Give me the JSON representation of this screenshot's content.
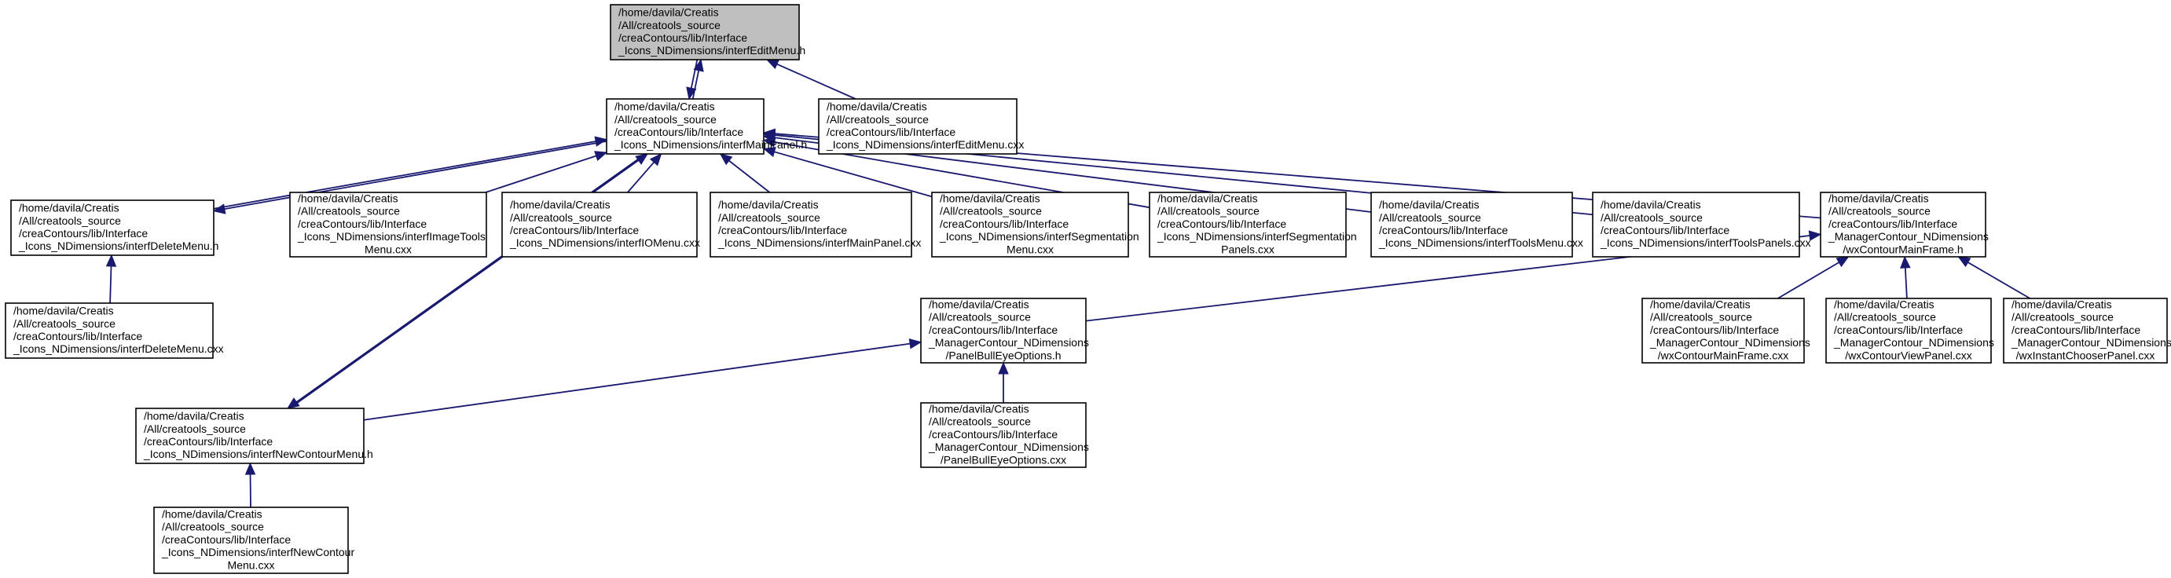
{
  "graph": {
    "nodes": [
      {
        "id": "editmenu_h",
        "label": [
          "/home/davila/Creatis",
          "/All/creatools_source",
          "/creaContours/lib/Interface",
          "_Icons_NDimensions/interfEditMenu.h"
        ],
        "highlighted": true
      },
      {
        "id": "mainpanel_h",
        "label": [
          "/home/davila/Creatis",
          "/All/creatools_source",
          "/creaContours/lib/Interface",
          "_Icons_NDimensions/interfMainPanel.h"
        ]
      },
      {
        "id": "editmenu_cxx",
        "label": [
          "/home/davila/Creatis",
          "/All/creatools_source",
          "/creaContours/lib/Interface",
          "_Icons_NDimensions/interfEditMenu.cxx"
        ]
      },
      {
        "id": "deletemenu_h",
        "label": [
          "/home/davila/Creatis",
          "/All/creatools_source",
          "/creaContours/lib/Interface",
          "_Icons_NDimensions/interfDeleteMenu.h"
        ]
      },
      {
        "id": "imagetools_cxx",
        "label": [
          "/home/davila/Creatis",
          "/All/creatools_source",
          "/creaContours/lib/Interface",
          "_Icons_NDimensions/interfImageTools",
          "Menu.cxx"
        ]
      },
      {
        "id": "iomenu_cxx",
        "label": [
          "/home/davila/Creatis",
          "/All/creatools_source",
          "/creaContours/lib/Interface",
          "_Icons_NDimensions/interfIOMenu.cxx"
        ]
      },
      {
        "id": "mainpanel_cxx",
        "label": [
          "/home/davila/Creatis",
          "/All/creatools_source",
          "/creaContours/lib/Interface",
          "_Icons_NDimensions/interfMainPanel.cxx"
        ]
      },
      {
        "id": "segmenu_cxx",
        "label": [
          "/home/davila/Creatis",
          "/All/creatools_source",
          "/creaContours/lib/Interface",
          "_Icons_NDimensions/interfSegmentation",
          "Menu.cxx"
        ]
      },
      {
        "id": "segpanels_cxx",
        "label": [
          "/home/davila/Creatis",
          "/All/creatools_source",
          "/creaContours/lib/Interface",
          "_Icons_NDimensions/interfSegmentation",
          "Panels.cxx"
        ]
      },
      {
        "id": "toolsmenu_cxx",
        "label": [
          "/home/davila/Creatis",
          "/All/creatools_source",
          "/creaContours/lib/Interface",
          "_Icons_NDimensions/interfToolsMenu.cxx"
        ]
      },
      {
        "id": "toolspanels_cxx",
        "label": [
          "/home/davila/Creatis",
          "/All/creatools_source",
          "/creaContours/lib/Interface",
          "_Icons_NDimensions/interfToolsPanels.cxx"
        ]
      },
      {
        "id": "wxmainframe_h",
        "label": [
          "/home/davila/Creatis",
          "/All/creatools_source",
          "/creaContours/lib/Interface",
          "_ManagerContour_NDimensions",
          "/wxContourMainFrame.h"
        ]
      },
      {
        "id": "deletemenu_cxx",
        "label": [
          "/home/davila/Creatis",
          "/All/creatools_source",
          "/creaContours/lib/Interface",
          "_Icons_NDimensions/interfDeleteMenu.cxx"
        ]
      },
      {
        "id": "bulleye_h",
        "label": [
          "/home/davila/Creatis",
          "/All/creatools_source",
          "/creaContours/lib/Interface",
          "_ManagerContour_NDimensions",
          "/PanelBullEyeOptions.h"
        ]
      },
      {
        "id": "wxmainframe_cxx",
        "label": [
          "/home/davila/Creatis",
          "/All/creatools_source",
          "/creaContours/lib/Interface",
          "_ManagerContour_NDimensions",
          "/wxContourMainFrame.cxx"
        ]
      },
      {
        "id": "wxviewpanel_cxx",
        "label": [
          "/home/davila/Creatis",
          "/All/creatools_source",
          "/creaContours/lib/Interface",
          "_ManagerContour_NDimensions",
          "/wxContourViewPanel.cxx"
        ]
      },
      {
        "id": "wxinstant_cxx",
        "label": [
          "/home/davila/Creatis",
          "/All/creatools_source",
          "/creaContours/lib/Interface",
          "_ManagerContour_NDimensions",
          "/wxInstantChooserPanel.cxx"
        ]
      },
      {
        "id": "newcontour_h",
        "label": [
          "/home/davila/Creatis",
          "/All/creatools_source",
          "/creaContours/lib/Interface",
          "_Icons_NDimensions/interfNewContourMenu.h"
        ]
      },
      {
        "id": "bulleye_cxx",
        "label": [
          "/home/davila/Creatis",
          "/All/creatools_source",
          "/creaContours/lib/Interface",
          "_ManagerContour_NDimensions",
          "/PanelBullEyeOptions.cxx"
        ]
      },
      {
        "id": "newcontour_cxx",
        "label": [
          "/home/davila/Creatis",
          "/All/creatools_source",
          "/creaContours/lib/Interface",
          "_Icons_NDimensions/interfNewContour",
          "Menu.cxx"
        ]
      }
    ],
    "edges": [
      {
        "from": "mainpanel_h",
        "to": "editmenu_h"
      },
      {
        "from": "editmenu_h",
        "to": "mainpanel_h"
      },
      {
        "from": "editmenu_cxx",
        "to": "editmenu_h"
      },
      {
        "from": "deletemenu_h",
        "to": "mainpanel_h"
      },
      {
        "from": "mainpanel_h",
        "to": "deletemenu_h"
      },
      {
        "from": "imagetools_cxx",
        "to": "mainpanel_h"
      },
      {
        "from": "iomenu_cxx",
        "to": "mainpanel_h"
      },
      {
        "from": "mainpanel_cxx",
        "to": "mainpanel_h"
      },
      {
        "from": "segmenu_cxx",
        "to": "mainpanel_h"
      },
      {
        "from": "segpanels_cxx",
        "to": "mainpanel_h"
      },
      {
        "from": "toolsmenu_cxx",
        "to": "mainpanel_h"
      },
      {
        "from": "toolspanels_cxx",
        "to": "mainpanel_h"
      },
      {
        "from": "wxmainframe_h",
        "to": "mainpanel_h"
      },
      {
        "from": "deletemenu_cxx",
        "to": "deletemenu_h"
      },
      {
        "from": "bulleye_h",
        "to": "wxmainframe_h"
      },
      {
        "from": "wxmainframe_cxx",
        "to": "wxmainframe_h"
      },
      {
        "from": "wxviewpanel_cxx",
        "to": "wxmainframe_h"
      },
      {
        "from": "wxinstant_cxx",
        "to": "wxmainframe_h"
      },
      {
        "from": "newcontour_h",
        "to": "mainpanel_h"
      },
      {
        "from": "mainpanel_h",
        "to": "newcontour_h"
      },
      {
        "from": "newcontour_h",
        "to": "bulleye_h"
      },
      {
        "from": "bulleye_cxx",
        "to": "bulleye_h"
      },
      {
        "from": "newcontour_cxx",
        "to": "newcontour_h"
      }
    ]
  },
  "colors": {
    "node_fill": "#ffffff",
    "highlighted_fill": "#bfbfbf",
    "node_border": "#000000",
    "edge": "#191970"
  }
}
